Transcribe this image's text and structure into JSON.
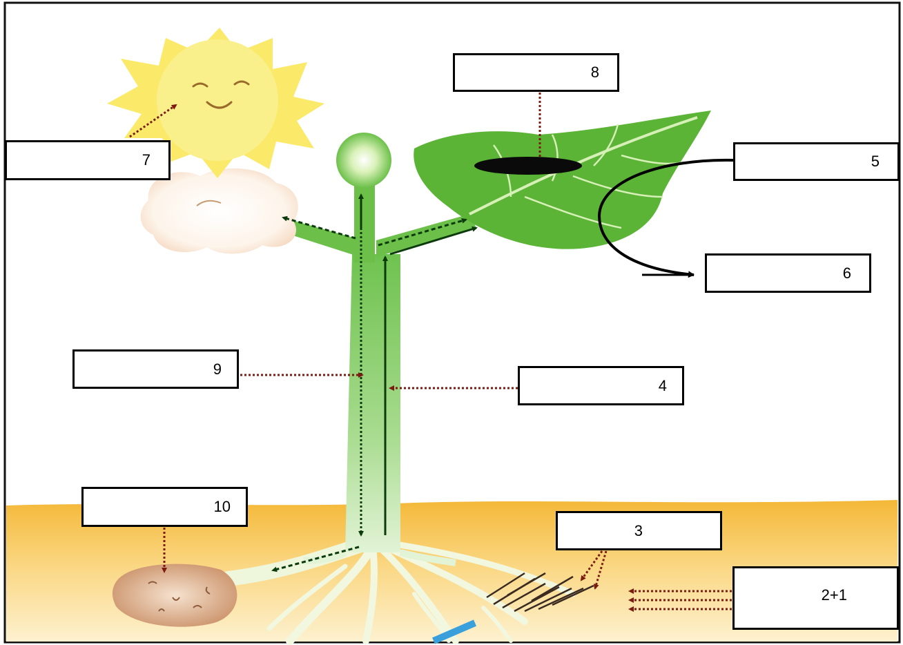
{
  "labels": {
    "box_1": "8",
    "box_2": "7",
    "box_3": "5",
    "box_4": "6",
    "box_5": "9",
    "box_6": "4",
    "box_7": "10",
    "box_8": "3",
    "box_9": "2+1"
  },
  "colors": {
    "soil": "#f6c04a",
    "stem": "#7cc85a",
    "leaf": "#59b435",
    "sun": "#f7ea5a",
    "arrow_dotted": "#7a1a10",
    "arrow_flow": "#0b3a0b",
    "arrow_blue": "#3aa0dc"
  }
}
